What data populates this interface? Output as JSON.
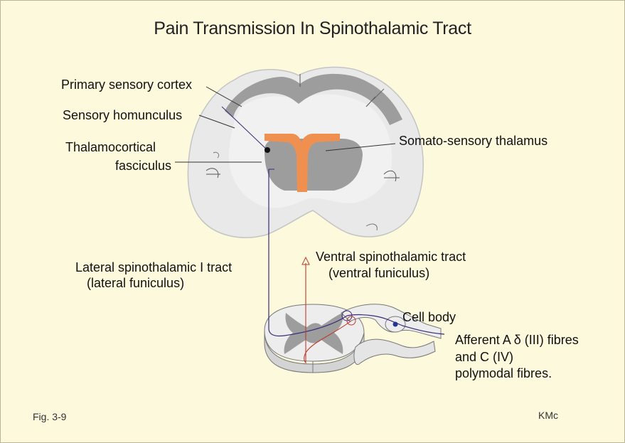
{
  "title": "Pain Transmission In Spinothalamic Tract",
  "labels": {
    "primary_sensory_cortex": "Primary sensory cortex",
    "sensory_homunculus": "Sensory homunculus",
    "thalamocortical_line1": "Thalamocortical",
    "thalamocortical_line2": "fasciculus",
    "somato_sensory_thalamus": "Somato-sensory thalamus",
    "lateral_tract_line1": "Lateral spinothalamic I tract",
    "lateral_tract_line2": "(lateral funiculus)",
    "ventral_tract_line1": "Ventral spinothalamic tract",
    "ventral_tract_line2": "(ventral funiculus)",
    "cell_body": "Cell body",
    "afferent_line1": "Afferent A δ (III) fibres",
    "afferent_line2": "and C (IV)",
    "afferent_line3": "polymodal fibres."
  },
  "footer": {
    "figure_number": "Fig. 3-9",
    "author": "KMc"
  },
  "colors": {
    "background": "#fdf9dc",
    "brain_light": "#e9e9e9",
    "brain_dark": "#9d9d9d",
    "thalamus_orange": "#f09050",
    "lateral_tract_line": "#3a2a7a",
    "ventral_tract_line": "#c0392b"
  }
}
